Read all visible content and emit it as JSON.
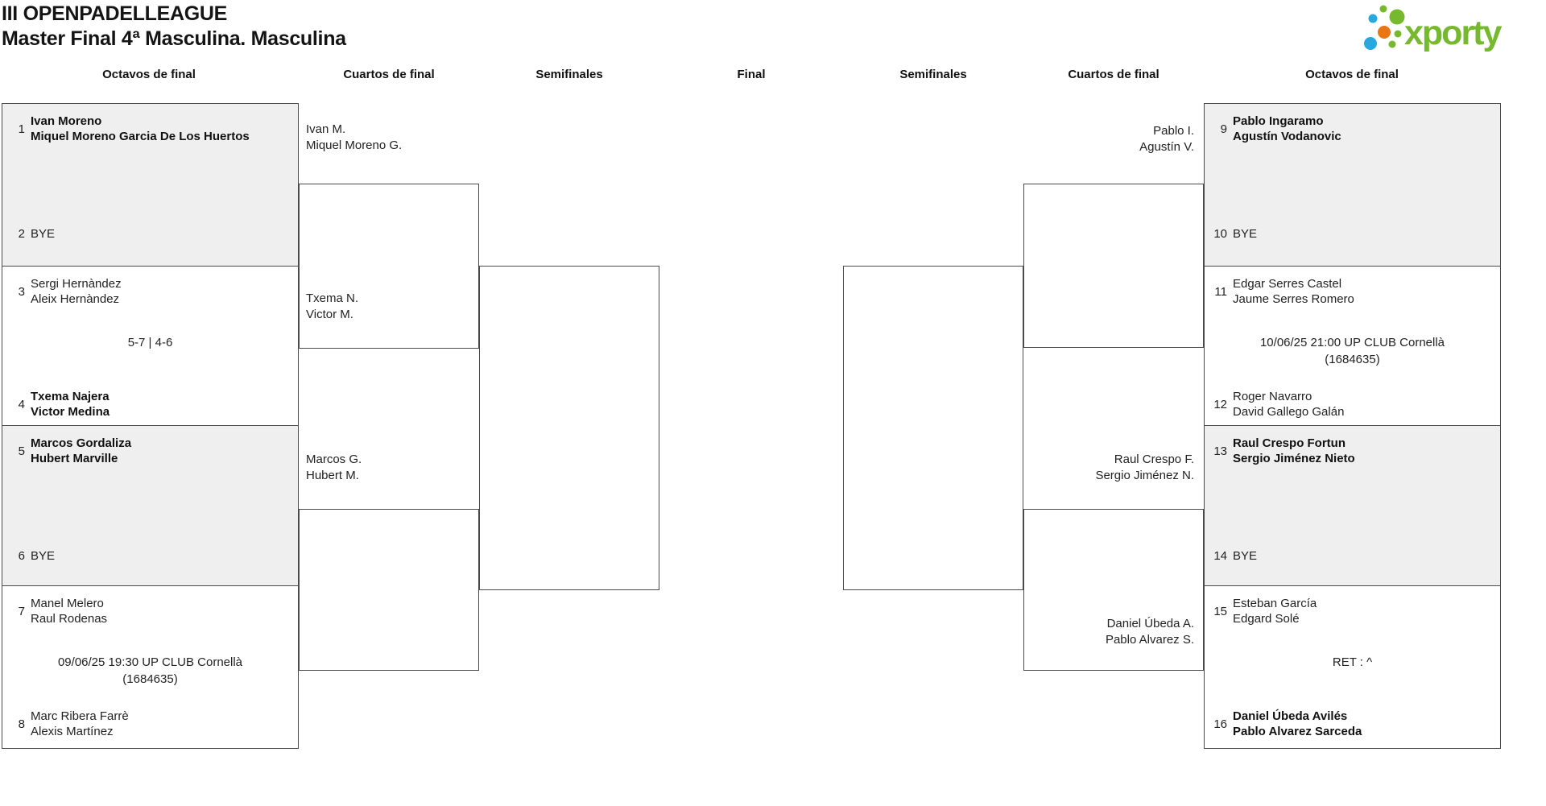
{
  "page": {
    "title_line1": "III OPENPADELLEAGUE",
    "title_line2": "Master Final 4ª Masculina. Masculina"
  },
  "logo": {
    "wordmark": "xporty",
    "green": "#76b82e",
    "blue": "#29a8e0",
    "orange": "#e87613"
  },
  "round_headers": {
    "left_octavos": "Octavos de final",
    "left_cuartos": "Cuartos de final",
    "left_semis": "Semifinales",
    "final": "Final",
    "right_semis": "Semifinales",
    "right_cuartos": "Cuartos de final",
    "right_octavos": "Octavos de final"
  },
  "octavos_left": [
    {
      "seed_top": "1",
      "top1": "Ivan Moreno",
      "top2": "Miquel Moreno Garcia De Los Huertos",
      "seed_bottom": "2",
      "bottom1": "BYE",
      "winner": "top"
    },
    {
      "seed_top": "3",
      "top1": "Sergi Hernàndez",
      "top2": "Aleix Hernàndez",
      "mid1": "5-7 | 4-6",
      "seed_bottom": "4",
      "bottom1": "Txema Najera",
      "bottom2": "Victor Medina",
      "winner": "bottom"
    },
    {
      "seed_top": "5",
      "top1": "Marcos Gordaliza",
      "top2": "Hubert Marville",
      "seed_bottom": "6",
      "bottom1": "BYE",
      "winner": "top"
    },
    {
      "seed_top": "7",
      "top1": "Manel Melero",
      "top2": "Raul Rodenas",
      "mid1": "09/06/25 19:30 UP CLUB Cornellà",
      "mid2": "(1684635)",
      "seed_bottom": "8",
      "bottom1": "Marc Ribera Farrè",
      "bottom2": "Alexis Martínez",
      "winner": ""
    }
  ],
  "octavos_right": [
    {
      "seed_top": "9",
      "top1": "Pablo Ingaramo",
      "top2": "Agustín Vodanovic",
      "seed_bottom": "10",
      "bottom1": "BYE",
      "winner": "top"
    },
    {
      "seed_top": "11",
      "top1": "Edgar Serres Castel",
      "top2": "Jaume Serres Romero",
      "mid1": "10/06/25 21:00 UP CLUB Cornellà",
      "mid2": "(1684635)",
      "seed_bottom": "12",
      "bottom1": "Roger Navarro",
      "bottom2": "David Gallego Galán",
      "winner": ""
    },
    {
      "seed_top": "13",
      "top1": "Raul Crespo Fortun",
      "top2": "Sergio Jiménez Nieto",
      "seed_bottom": "14",
      "bottom1": "BYE",
      "winner": "top"
    },
    {
      "seed_top": "15",
      "top1": "Esteban García",
      "top2": "Edgard Solé",
      "mid1": "RET : ^",
      "seed_bottom": "16",
      "bottom1": "Daniel Úbeda Avilés",
      "bottom2": "Pablo Alvarez Sarceda",
      "winner": "bottom"
    }
  ],
  "cuartos_left": [
    {
      "line1": "Ivan M.",
      "line2": "Miquel Moreno G."
    },
    {
      "line1": "Txema N.",
      "line2": "Victor M."
    },
    {
      "line1": "Marcos G.",
      "line2": "Hubert M."
    }
  ],
  "cuartos_right": [
    {
      "line1": "Pablo I.",
      "line2": "Agustín V."
    },
    {
      "line1": "Raul Crespo F.",
      "line2": "Sergio Jiménez N."
    },
    {
      "line1": "Daniel Úbeda A.",
      "line2": "Pablo Alvarez S."
    }
  ],
  "colors": {
    "shaded_box": "#efefef",
    "line": "#4a4a4a",
    "text": "#222222"
  }
}
